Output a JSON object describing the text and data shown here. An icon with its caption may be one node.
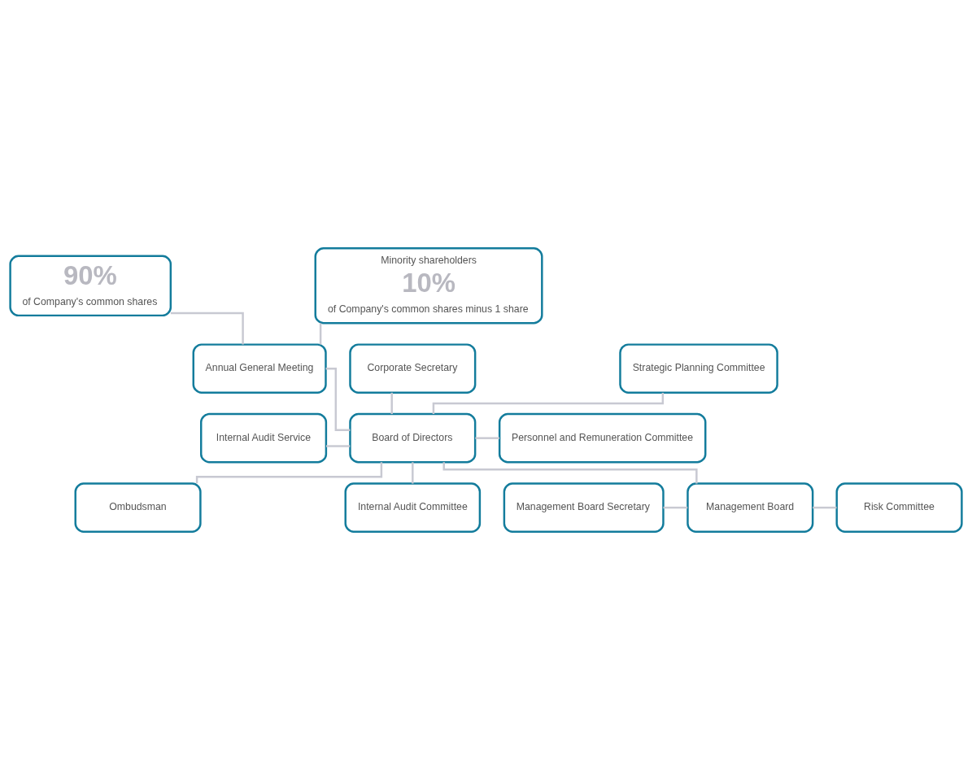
{
  "diagram": {
    "nodes": [
      {
        "text": [
          "90%",
          "of Company's common shares"
        ]
      },
      {
        "text": [
          "Minority shareholders",
          "10%",
          "of Company's common shares minus 1 share"
        ]
      },
      {
        "text": [
          "Annual General Meeting"
        ]
      },
      {
        "text": [
          "Corporate Secretary"
        ]
      },
      {
        "text": [
          "Strategic Planning Committee"
        ]
      },
      {
        "text": [
          "Internal Audit Service"
        ]
      },
      {
        "text": [
          "Board of Directors"
        ]
      },
      {
        "text": [
          "Personnel and Remuneration Committee"
        ]
      },
      {
        "text": [
          "Ombudsman"
        ]
      },
      {
        "text": [
          "Internal Audit Committee"
        ]
      },
      {
        "text": [
          "Management Board Secretary"
        ]
      },
      {
        "text": [
          "Management Board"
        ]
      },
      {
        "text": [
          "Risk Committee"
        ]
      }
    ],
    "edges": [
      {
        "from": 0,
        "to": 2,
        "arrow": "none"
      },
      {
        "from": 1,
        "to": 2,
        "arrow": "none"
      },
      {
        "from": 2,
        "to": 6,
        "arrow": "none"
      },
      {
        "from": 3,
        "to": 6,
        "arrow": "none"
      },
      {
        "from": 4,
        "to": 6,
        "arrow": "none"
      },
      {
        "from": 5,
        "to": 6,
        "arrow": "none"
      },
      {
        "from": 6,
        "to": 7,
        "arrow": "none"
      },
      {
        "from": 6,
        "to": 8,
        "arrow": "none"
      },
      {
        "from": 6,
        "to": 9,
        "arrow": "none"
      },
      {
        "from": 6,
        "to": 11,
        "arrow": "none"
      },
      {
        "from": 10,
        "to": 11,
        "arrow": "none"
      },
      {
        "from": 11,
        "to": 12,
        "arrow": "none"
      }
    ]
  }
}
